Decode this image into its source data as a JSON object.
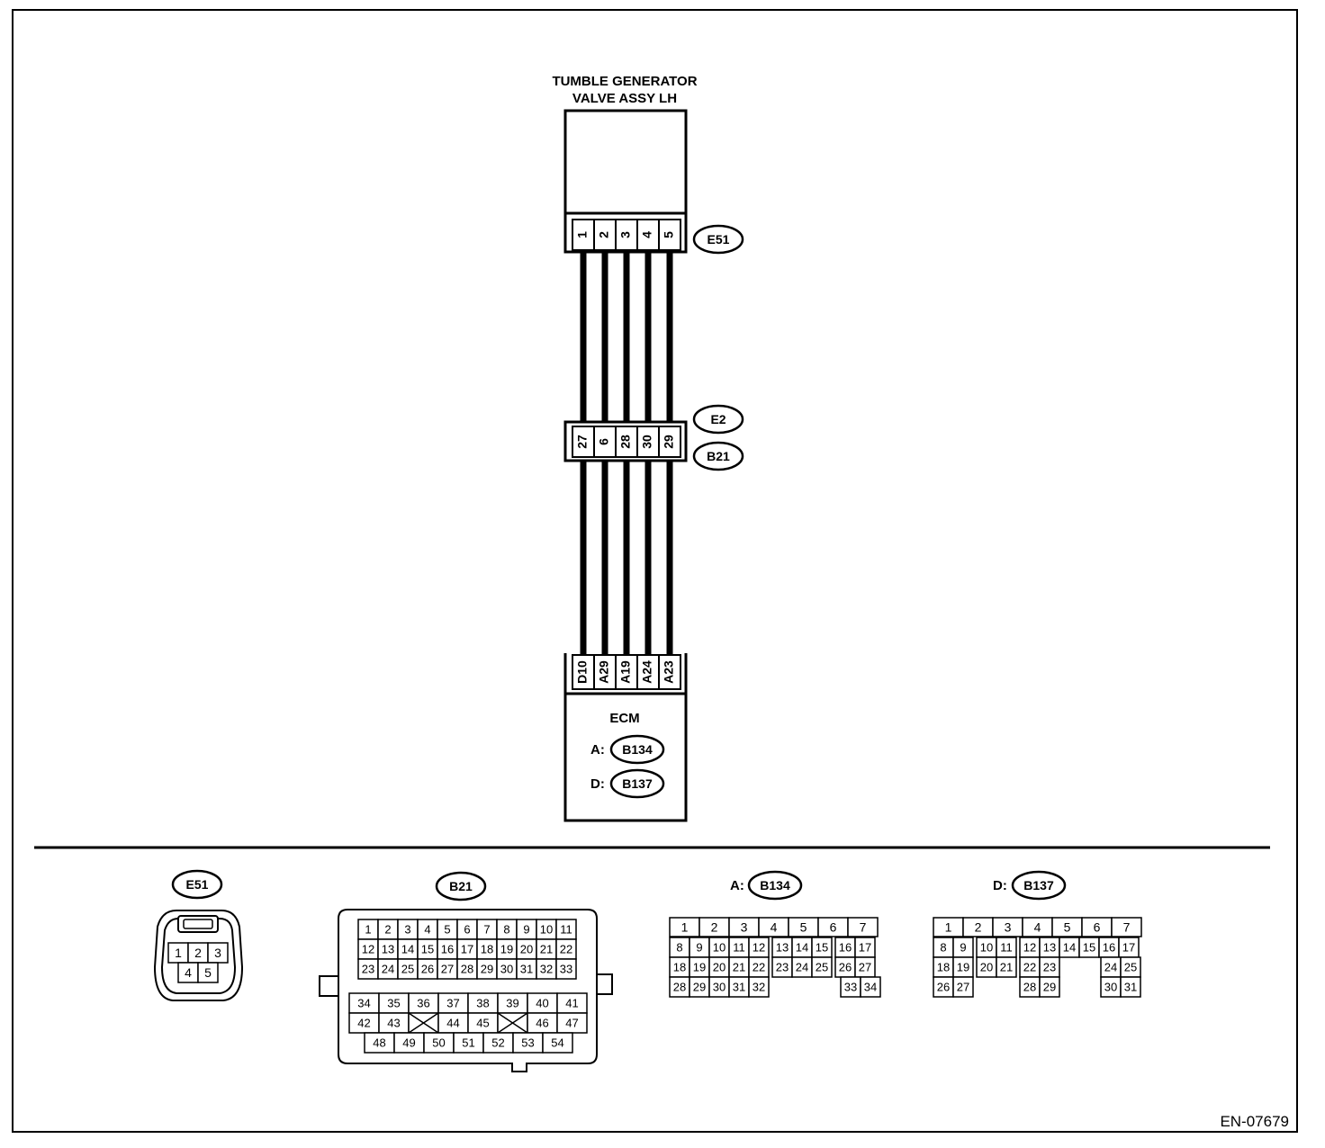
{
  "title_line1": "TUMBLE GENERATOR",
  "title_line2": "VALVE ASSY LH",
  "e51_pins": [
    "1",
    "2",
    "3",
    "4",
    "5"
  ],
  "b21_pins": [
    "27",
    "6",
    "28",
    "30",
    "29"
  ],
  "ecm_pins": [
    "D10",
    "A29",
    "A19",
    "A24",
    "A23"
  ],
  "connector_e51": "E51",
  "connector_e2": "E2",
  "connector_b21": "B21",
  "ecm_label": "ECM",
  "ecm_a_prefix": "A:",
  "ecm_a_code": "B134",
  "ecm_d_prefix": "D:",
  "ecm_d_code": "B137",
  "figure_id": "EN-07679",
  "e51_face": {
    "title": "E51",
    "rows": [
      [
        "1",
        "2",
        "3"
      ],
      [
        "4",
        "5"
      ]
    ]
  },
  "b21_face": {
    "title": "B21",
    "upper_rows": [
      [
        "1",
        "2",
        "3",
        "4",
        "5",
        "6",
        "7",
        "8",
        "9",
        "10",
        "11"
      ],
      [
        "12",
        "13",
        "14",
        "15",
        "16",
        "17",
        "18",
        "19",
        "20",
        "21",
        "22"
      ],
      [
        "23",
        "24",
        "25",
        "26",
        "27",
        "28",
        "29",
        "30",
        "31",
        "32",
        "33"
      ]
    ],
    "lower_row1": [
      "34",
      "35",
      "36",
      "37",
      "38",
      "39",
      "40",
      "41"
    ],
    "lower_row2": [
      "42",
      "43",
      "",
      "44",
      "45",
      "",
      "46",
      "47"
    ],
    "lower_row3": [
      "48",
      "49",
      "50",
      "51",
      "52",
      "53",
      "54"
    ]
  },
  "b134_face": {
    "prefix": "A:",
    "title": "B134",
    "row1": [
      "1",
      "2",
      "3",
      "4",
      "5",
      "6",
      "7"
    ],
    "row2": [
      "8",
      "9",
      "10",
      "11",
      "12",
      "13",
      "14",
      "15",
      "16",
      "17"
    ],
    "row3": [
      "18",
      "19",
      "20",
      "21",
      "22",
      "23",
      "24",
      "25",
      "26",
      "27"
    ],
    "row4": [
      "28",
      "29",
      "30",
      "31",
      "32",
      "33",
      "34"
    ]
  },
  "b137_face": {
    "prefix": "D:",
    "title": "B137",
    "row1": [
      "1",
      "2",
      "3",
      "4",
      "5",
      "6",
      "7"
    ],
    "row2": [
      "8",
      "9",
      "10",
      "11",
      "12",
      "13",
      "14",
      "15",
      "16",
      "17"
    ],
    "row3": [
      "18",
      "19",
      "20",
      "21",
      "22",
      "23",
      "24",
      "25"
    ],
    "row4": [
      "26",
      "27",
      "28",
      "29",
      "30",
      "31"
    ]
  }
}
